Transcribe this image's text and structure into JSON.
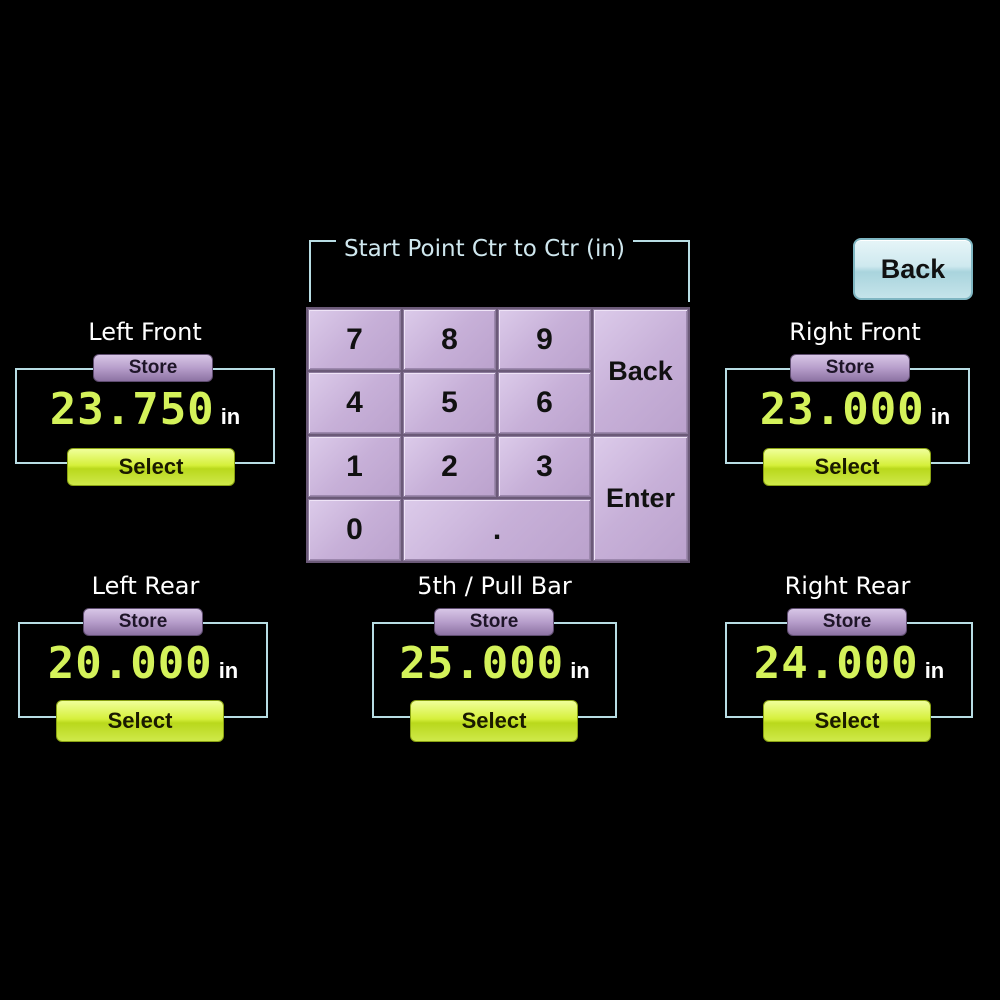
{
  "header": {
    "back_label": "Back"
  },
  "keypad": {
    "title": "Start Point Ctr to Ctr (in)",
    "keys": {
      "k7": "7",
      "k8": "8",
      "k9": "9",
      "k4": "4",
      "k5": "5",
      "k6": "6",
      "k1": "1",
      "k2": "2",
      "k3": "3",
      "k0": "0",
      "dot": ".",
      "back": "Back",
      "enter": "Enter"
    }
  },
  "panels": {
    "left_front": {
      "label": "Left Front",
      "store": "Store",
      "value": "23.750",
      "unit": "in",
      "select": "Select"
    },
    "right_front": {
      "label": "Right Front",
      "store": "Store",
      "value": "23.000",
      "unit": "in",
      "select": "Select"
    },
    "left_rear": {
      "label": "Left Rear",
      "store": "Store",
      "value": "20.000",
      "unit": "in",
      "select": "Select"
    },
    "pull_bar": {
      "label": "5th / Pull Bar",
      "store": "Store",
      "value": "25.000",
      "unit": "in",
      "select": "Select"
    },
    "right_rear": {
      "label": "Right Rear",
      "store": "Store",
      "value": "24.000",
      "unit": "in",
      "select": "Select"
    }
  },
  "colors": {
    "background": "#000000",
    "readout": "#d4f25a",
    "select_button": "#d6f03c",
    "store_button": "#b79ecb",
    "keypad_key": "#c7b0d8",
    "frame_line": "#b8dde4",
    "back_button": "#cfe9ef"
  }
}
